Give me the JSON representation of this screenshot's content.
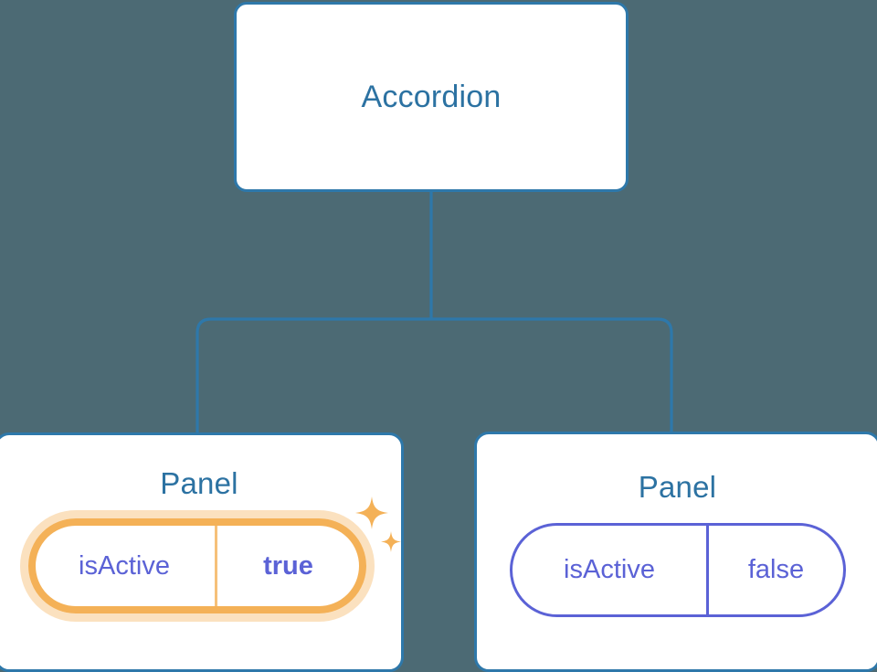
{
  "diagram": {
    "type": "component-tree",
    "background_color": "#4c6a74",
    "connector_color": "#2e78aa",
    "title_color": "#2c72a2",
    "prop_text_color": "#5b62d6",
    "highlight_color": "#f4b157",
    "root": {
      "label": "Accordion"
    },
    "children": [
      {
        "label": "Panel",
        "highlighted": true,
        "prop": {
          "name": "isActive",
          "value": "true"
        },
        "decoration": "sparkles-icon"
      },
      {
        "label": "Panel",
        "highlighted": false,
        "prop": {
          "name": "isActive",
          "value": "false"
        }
      }
    ]
  }
}
